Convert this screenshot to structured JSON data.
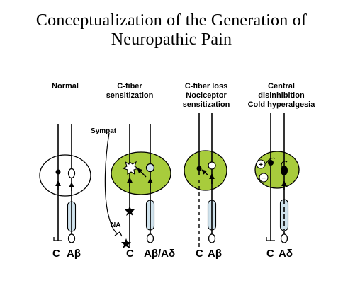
{
  "title_line1": "Conceptualization of the Generation of",
  "title_line2": "Neuropathic Pain",
  "columns": [
    {
      "heading": [
        "Normal"
      ],
      "labels": [
        "C",
        "Aβ"
      ]
    },
    {
      "heading": [
        "C-fiber",
        "sensitization"
      ],
      "labels": [
        "C",
        "Aβ/Aδ"
      ]
    },
    {
      "heading": [
        "C-fiber loss",
        "Nociceptor",
        "sensitization"
      ],
      "labels": [
        "C",
        "Aβ"
      ]
    },
    {
      "heading": [
        "Central",
        "disinhibition",
        "Cold hyperalgesia"
      ],
      "labels": [
        "C",
        "Aδ"
      ]
    }
  ],
  "annotations": {
    "sympat": "Sympat",
    "na": "NA",
    "plus": "+",
    "minus": "−"
  },
  "colors": {
    "green": "#a8cc3c",
    "tube": "#cfe2ec",
    "ink": "#000000"
  }
}
